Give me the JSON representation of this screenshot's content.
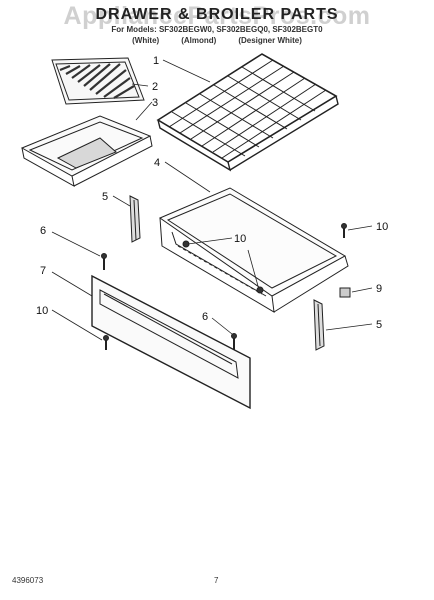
{
  "header": {
    "watermark": "AppliancePartsPros.com",
    "title": "DRAWER & BROILER PARTS",
    "models": "For Models: SF302BEGW0, SF302BEGQ0, SF302BEGT0",
    "variants": [
      "(White)",
      "(Almond)",
      "(Designer White)"
    ]
  },
  "callouts": [
    "1",
    "2",
    "3",
    "4",
    "5",
    "6",
    "10",
    "10",
    "7",
    "10",
    "6",
    "9",
    "5"
  ],
  "footer": {
    "doc_number": "4396073",
    "page_number": "7"
  }
}
